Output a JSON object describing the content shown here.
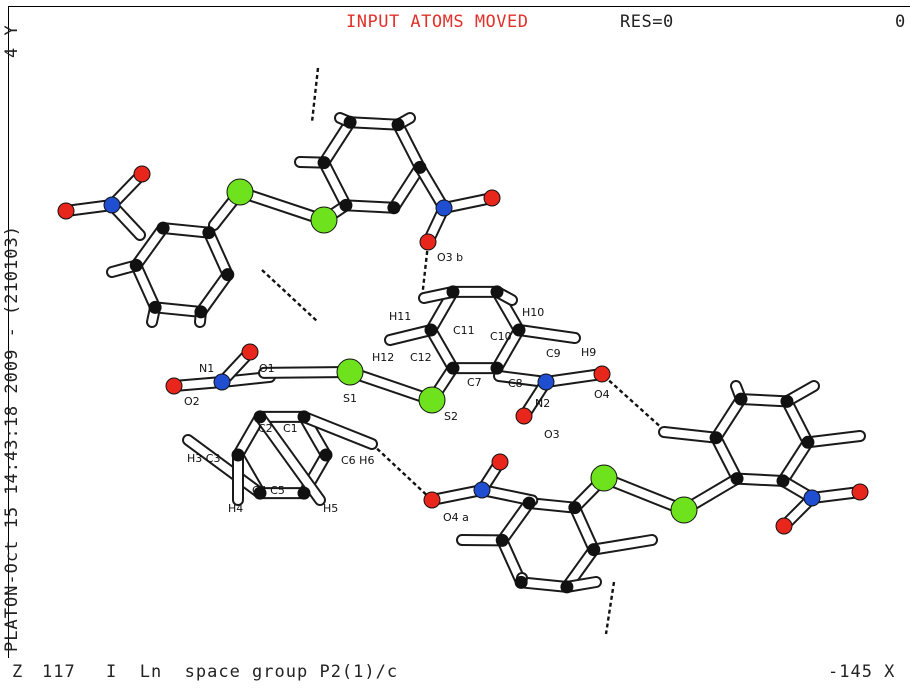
{
  "header": {
    "title": "INPUT ATOMS MOVED",
    "res": "RES=0",
    "corner": "0"
  },
  "side": {
    "text": "PLATON-Oct 15 14:43:18 2009  -  (210103)",
    "axis": "4 Y"
  },
  "footer": {
    "z_label": "Z",
    "z_value": "117",
    "space_group": "I  Ln  space group P2(1)/c",
    "x_readout": "-145 X"
  },
  "colors": {
    "oxygen": "#e8261c",
    "nitrogen": "#1f4fd0",
    "sulfur": "#6fe21e",
    "carbon": "#111111",
    "header_red": "#e0312b"
  },
  "atom_labels": {
    "N1": "N1",
    "O1": "O1",
    "O2": "O2",
    "C1": "C1",
    "C2": "C2",
    "S1": "S1",
    "H3C3": "H3 C3",
    "C4C5": "C4 C5",
    "H4": "H4",
    "H5": "H5",
    "C6H6": "C6 H6",
    "S2": "S2",
    "C7": "C7",
    "C8": "C8",
    "N2": "N2",
    "O4": "O4",
    "O3": "O3",
    "C9": "C9",
    "H9": "H9",
    "C10": "C10",
    "H10": "H10",
    "C11": "C11",
    "H11": "H11",
    "C12": "C12",
    "H12": "H12",
    "O3b": "O3 b",
    "O4a": "O4 a"
  }
}
